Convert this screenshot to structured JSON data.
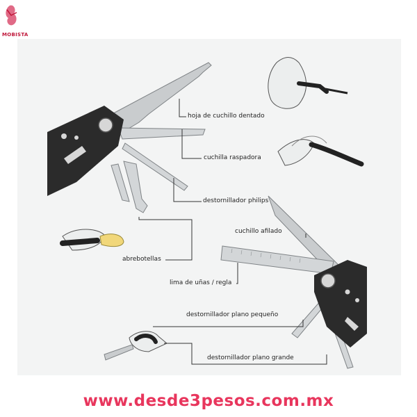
{
  "logo": {
    "text": "MOBISTA"
  },
  "labels": {
    "serrated_knife": "hoja de cuchillo dentado",
    "scraper_blade": "cuchilla raspadora",
    "phillips_screwdriver": "destornillador philips",
    "bottle_opener": "abrebotellas",
    "sharp_knife": "cuchillo afilado",
    "nail_file_ruler": "lima de uñas / regla",
    "small_flat_screwdriver": "destornillador plano pequeño",
    "large_flat_screwdriver": "destornillador plano grande"
  },
  "footer": {
    "url": "www.desde3pesos.com.mx"
  },
  "colors": {
    "accent": "#e8365d",
    "logo": "#c0173a",
    "tool_body": "#2b2b2b",
    "blade": "#c9ccce"
  }
}
